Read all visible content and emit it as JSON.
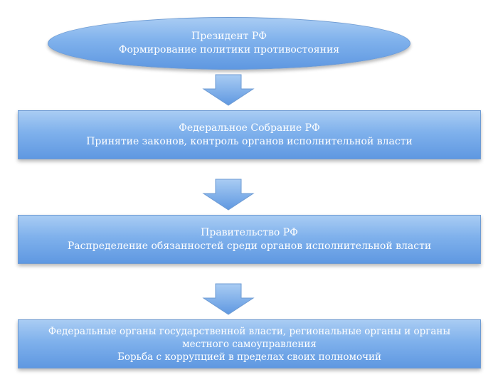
{
  "nodes": [
    {
      "lines": [
        "Президент РФ",
        "Формирование политики противостояния"
      ]
    },
    {
      "lines": [
        "Федеральное Собрание РФ",
        "Принятие законов, контроль органов исполнительной власти"
      ]
    },
    {
      "lines": [
        "Правительство РФ",
        "Распределение обязанностей среди органов исполнительной власти"
      ]
    },
    {
      "lines": [
        "Федеральные органы государственной власти, региональные органы и органы",
        "местного самоуправления",
        "Борьба с коррупцией в пределах своих полномочий"
      ]
    }
  ],
  "colors": {
    "fill_top": "#a9ccf3",
    "fill_bottom": "#5f98e1",
    "text": "#ffffff"
  }
}
